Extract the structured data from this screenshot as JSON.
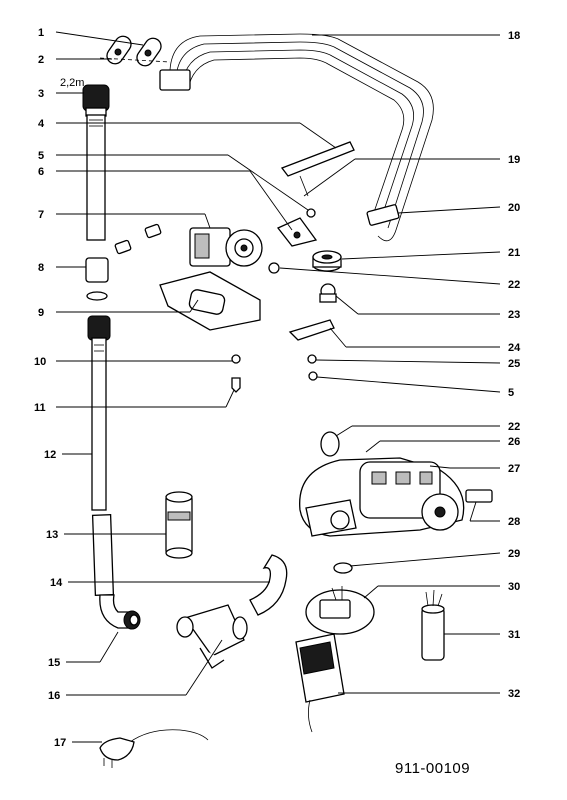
{
  "document_number": "911-00109",
  "cable_length": "2,2m",
  "callouts": [
    "1",
    "2",
    "3",
    "4",
    "5",
    "6",
    "7",
    "8",
    "9",
    "10",
    "11",
    "12",
    "13",
    "14",
    "15",
    "16",
    "17",
    "18",
    "19",
    "20",
    "21",
    "22",
    "23",
    "24",
    "25",
    "5",
    "22",
    "26",
    "27",
    "28",
    "29",
    "30",
    "31",
    "32"
  ]
}
